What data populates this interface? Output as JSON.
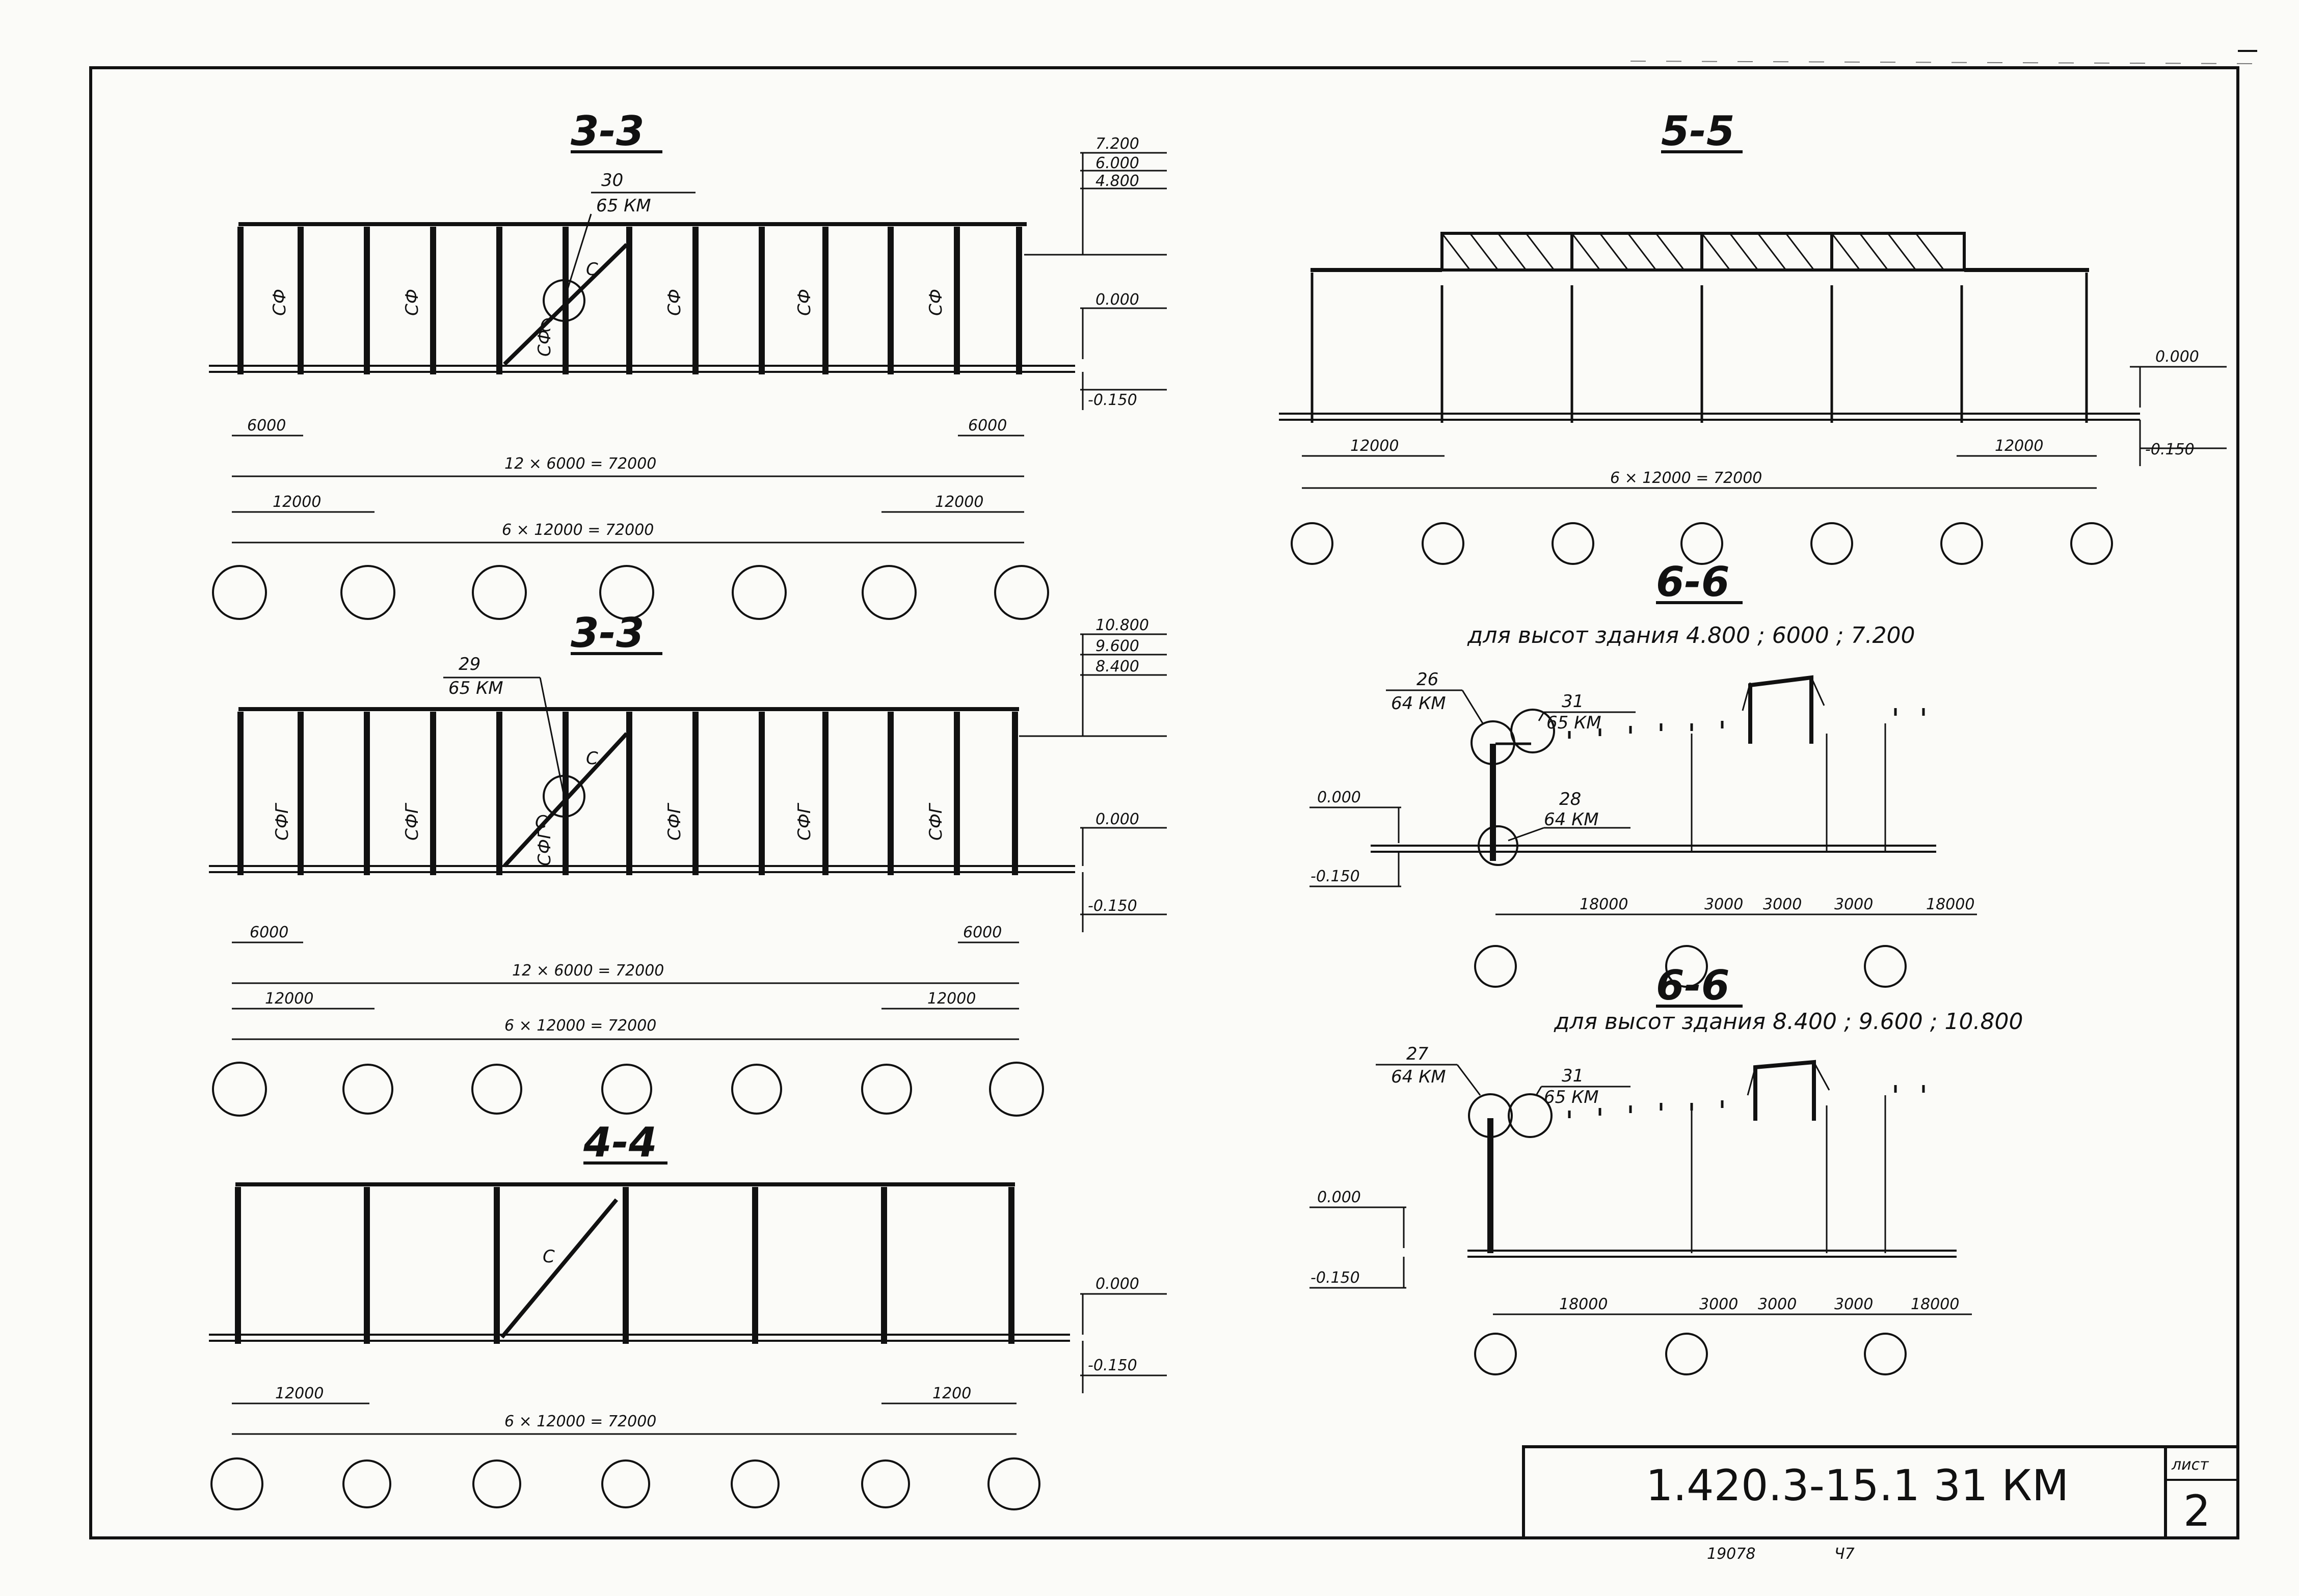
{
  "sheet": {
    "code": "1.420.3-15.1  31 КМ",
    "sheet_label": "лист",
    "sheet_number": "2",
    "inv": "19078",
    "format": "Ч7"
  },
  "s33a": {
    "title": "3-3",
    "callout_num": "30",
    "callout_ref": "65 КМ",
    "levels": [
      "7.200",
      "6.000",
      "4.800",
      "0.000",
      "-0.150"
    ],
    "panel": "СФ",
    "brace": "С",
    "dims": [
      "6000",
      "6000",
      "12 × 6000 = 72000",
      "12000",
      "12000",
      "6 × 12000 = 72000"
    ]
  },
  "s33b": {
    "title": "3-3",
    "callout_num": "29",
    "callout_ref": "65 КМ",
    "levels": [
      "10.800",
      "9.600",
      "8.400",
      "0.000",
      "-0.150"
    ],
    "panel": "СФГ",
    "brace": "С",
    "dims": [
      "6000",
      "6000",
      "12 × 6000 = 72000",
      "12000",
      "12000",
      "6 × 12000 = 72000"
    ]
  },
  "s44": {
    "title": "4-4",
    "brace": "С",
    "levels": [
      "0.000",
      "-0.150"
    ],
    "dims": [
      "12000",
      "1200",
      "6 × 12000 = 72000"
    ]
  },
  "s55": {
    "title": "5-5",
    "levels": [
      "0.000",
      "-0.150"
    ],
    "dims": [
      "12000",
      "12000",
      "6 × 12000 = 72000"
    ]
  },
  "s66a": {
    "title": "6-6",
    "subtitle": "для высот здания 4.800 ; 6000 ; 7.200",
    "callout1_num": "26",
    "callout1_ref": "64 КМ",
    "callout2_num": "31",
    "callout2_ref": "65 КМ",
    "callout3_num": "28",
    "callout3_ref": "64 КМ",
    "levels": [
      "0.000",
      "-0.150"
    ],
    "dims": [
      "18000",
      "3000",
      "3000",
      "3000",
      "18000"
    ]
  },
  "s66b": {
    "title": "6-6",
    "subtitle": "для высот здания 8.400 ; 9.600 ; 10.800",
    "callout1_num": "27",
    "callout1_ref": "64 КМ",
    "callout2_num": "31",
    "callout2_ref": "65 КМ",
    "levels": [
      "0.000",
      "-0.150"
    ],
    "dims": [
      "18000",
      "3000",
      "3000",
      "3000",
      "18000"
    ]
  }
}
